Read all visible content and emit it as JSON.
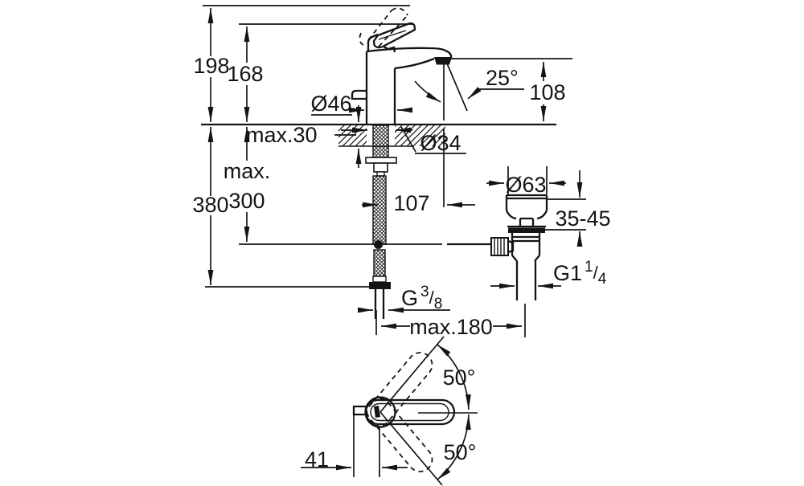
{
  "colors": {
    "ink": "#141414",
    "paper": "#ffffff"
  },
  "views": {
    "side_view": {
      "dimensions": {
        "d198": "198",
        "d168": "168",
        "dia46": "Ø46",
        "max30": "max.30",
        "dia34": "Ø34",
        "deg25": "25°",
        "d108": "108",
        "max_word": "max.",
        "d300": "300",
        "d380": "380",
        "d107": "107",
        "dia63": "Ø63",
        "range_35_45": "35-45",
        "g114_base": "G1",
        "g114_num": "1",
        "g114_slash": "/",
        "g114_den": "4",
        "g38_base": "G",
        "g38_num": "3",
        "g38_slash": "/",
        "g38_den": "8",
        "max180": "max.180"
      }
    },
    "top_view": {
      "dimensions": {
        "deg50_upper": "50°",
        "deg50_lower": "50°",
        "d41": "41"
      }
    }
  }
}
